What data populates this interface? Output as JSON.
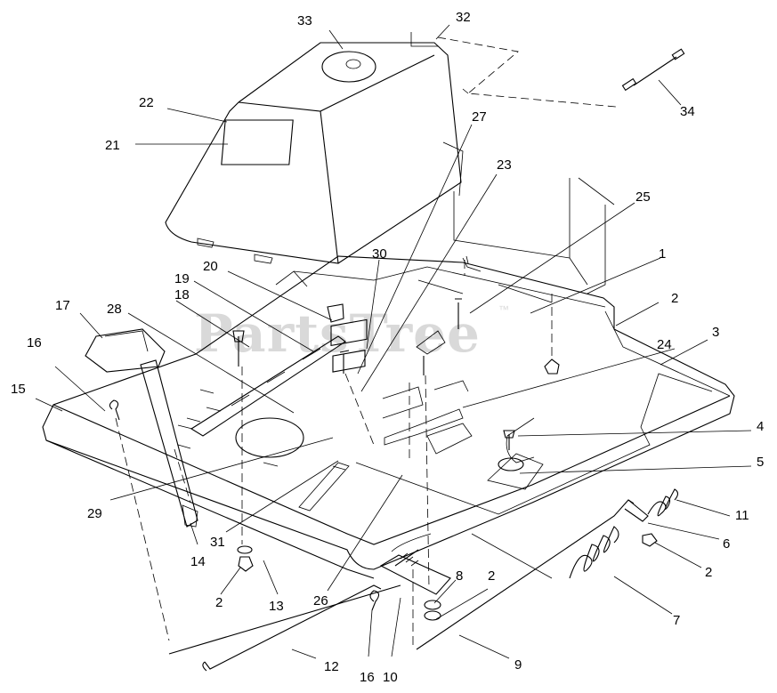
{
  "watermark": {
    "text": "PartsTree",
    "tm": "™"
  },
  "callouts": [
    {
      "id": "c33",
      "text": "33"
    },
    {
      "id": "c32",
      "text": "32"
    },
    {
      "id": "c22",
      "text": "22"
    },
    {
      "id": "c21",
      "text": "21"
    },
    {
      "id": "c34",
      "text": "34"
    },
    {
      "id": "c27",
      "text": "27"
    },
    {
      "id": "c23",
      "text": "23"
    },
    {
      "id": "c25",
      "text": "25"
    },
    {
      "id": "c30",
      "text": "30"
    },
    {
      "id": "c20",
      "text": "20"
    },
    {
      "id": "c19",
      "text": "19"
    },
    {
      "id": "c1",
      "text": "1"
    },
    {
      "id": "c18",
      "text": "18"
    },
    {
      "id": "c17",
      "text": "17"
    },
    {
      "id": "c28",
      "text": "28"
    },
    {
      "id": "c2a",
      "text": "2"
    },
    {
      "id": "c3",
      "text": "3"
    },
    {
      "id": "c24",
      "text": "24"
    },
    {
      "id": "c16a",
      "text": "16"
    },
    {
      "id": "c15",
      "text": "15"
    },
    {
      "id": "c4",
      "text": "4"
    },
    {
      "id": "c5",
      "text": "5"
    },
    {
      "id": "c29",
      "text": "29"
    },
    {
      "id": "c11",
      "text": "11"
    },
    {
      "id": "c6",
      "text": "6"
    },
    {
      "id": "c14",
      "text": "14"
    },
    {
      "id": "c31",
      "text": "31"
    },
    {
      "id": "c2b",
      "text": "2"
    },
    {
      "id": "c8",
      "text": "8"
    },
    {
      "id": "c2c",
      "text": "2"
    },
    {
      "id": "c2d",
      "text": "2"
    },
    {
      "id": "c13",
      "text": "13"
    },
    {
      "id": "c26",
      "text": "26"
    },
    {
      "id": "c7",
      "text": "7"
    },
    {
      "id": "c12",
      "text": "12"
    },
    {
      "id": "c16b",
      "text": "16"
    },
    {
      "id": "c10",
      "text": "10"
    },
    {
      "id": "c9",
      "text": "9"
    }
  ]
}
